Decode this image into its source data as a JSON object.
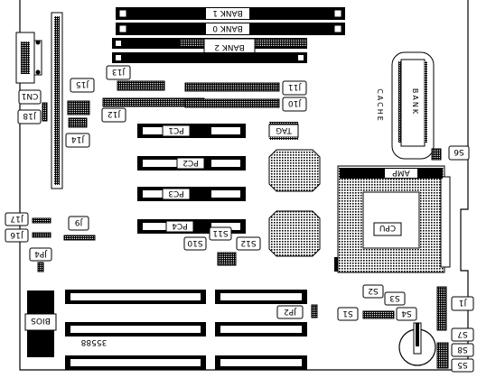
{
  "labels": {
    "bank1": "BANK 1",
    "bank0": "BANK 0",
    "bank2": "BANK 2",
    "cn1": "CN1",
    "j18": "J18",
    "j15": "J15",
    "j14": "J14",
    "j13": "J13",
    "j12": "J12",
    "j11": "J11",
    "j10": "J10",
    "tag": "TAG",
    "bank": "BANK",
    "cache": "CACHE",
    "s6": "S6",
    "pc1": "PC1",
    "pc2": "PC2",
    "pc3": "PC3",
    "pc4": "PC4",
    "amp": "AMP",
    "cpu": "CPU",
    "j17": "J17",
    "j16": "J16",
    "j9": "J9",
    "jp4": "JP4",
    "s10": "S10",
    "s11": "S11",
    "s12": "S12",
    "bios": "BIOS",
    "jp2": "JP2",
    "s1": "S1",
    "s2": "S2",
    "s3": "S3",
    "s4": "S4",
    "j1": "J1",
    "s7": "S7",
    "s8": "S8",
    "s5": "S5",
    "model": "35588"
  }
}
